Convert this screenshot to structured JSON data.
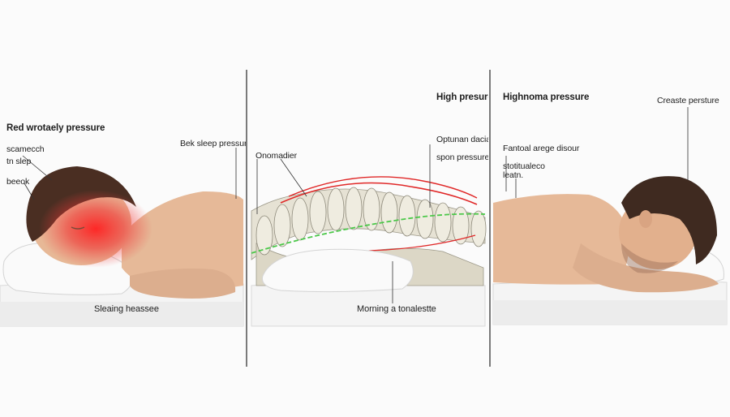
{
  "panels": [
    {
      "labels": {
        "title": "Red wrotaely pressure",
        "l1": "scamecch",
        "l2": "tn slep",
        "l3": "beeok",
        "right": "Bek sleep pressure",
        "base": "Sleaing heassee"
      }
    },
    {
      "labels": {
        "title": "High presure",
        "right1": "Optunan dacial",
        "right2": "spon pressure",
        "left": "Onomadier",
        "base": "Morning a tonalestte"
      }
    },
    {
      "labels": {
        "title": "Highnoma pressure",
        "right": "Creaste persture",
        "l1": "Fantoal arege disour",
        "l2": "stotitualeco",
        "l3": "leatn."
      }
    }
  ],
  "colors": {
    "background": "#fbfbfb",
    "skin": "#e8bc9c",
    "hair": "#4a2e22",
    "pressure_red": "#e8282a",
    "spine_bone": "#e6e2d4",
    "spine_green": "#4cc84a"
  }
}
